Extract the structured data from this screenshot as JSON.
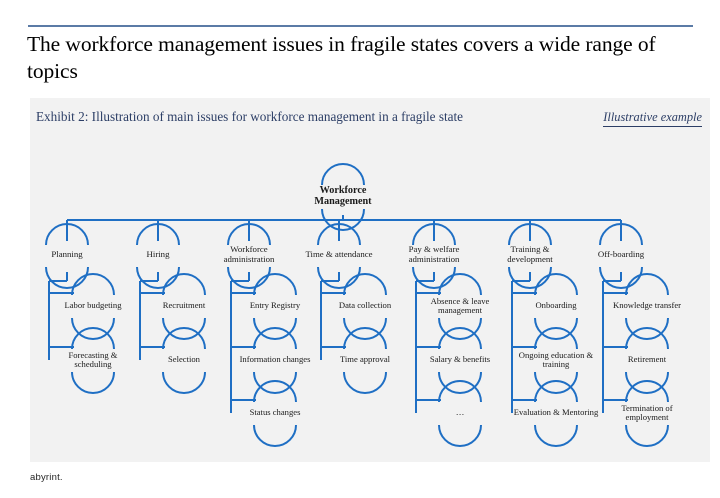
{
  "header": {
    "title": "The workforce management issues in fragile states covers a wide range of topics",
    "rule_color": "#5b7ba6"
  },
  "exhibit": {
    "title": "Exhibit 2: Illustration of main issues for workforce management in a fragile state",
    "tag": "Illustrative example",
    "panel_color": "#f2f2f2",
    "title_color": "#2c3e66"
  },
  "diagram": {
    "type": "tree",
    "line_color": "#1f6fc4",
    "root": "Workforce Management",
    "columns": [
      {
        "label": "Planning",
        "children": [
          "Labor budgeting",
          "Forecasting & scheduling"
        ]
      },
      {
        "label": "Hiring",
        "children": [
          "Recruitment",
          "Selection"
        ]
      },
      {
        "label": "Workforce administration",
        "children": [
          "Entry Registry",
          "Information changes",
          "Status changes"
        ]
      },
      {
        "label": "Time & attendance",
        "children": [
          "Data collection",
          "Time approval"
        ]
      },
      {
        "label": "Pay & welfare administration",
        "children": [
          "Absence & leave management",
          "Salary & benefits",
          "…"
        ]
      },
      {
        "label": "Training & development",
        "children": [
          "Onboarding",
          "Ongoing education & training",
          "Evaluation & Mentoring"
        ]
      },
      {
        "label": "Off-boarding",
        "children": [
          "Knowledge transfer",
          "Retirement",
          "Termination of employment"
        ]
      }
    ]
  },
  "footer": {
    "brand": "abyrint."
  }
}
